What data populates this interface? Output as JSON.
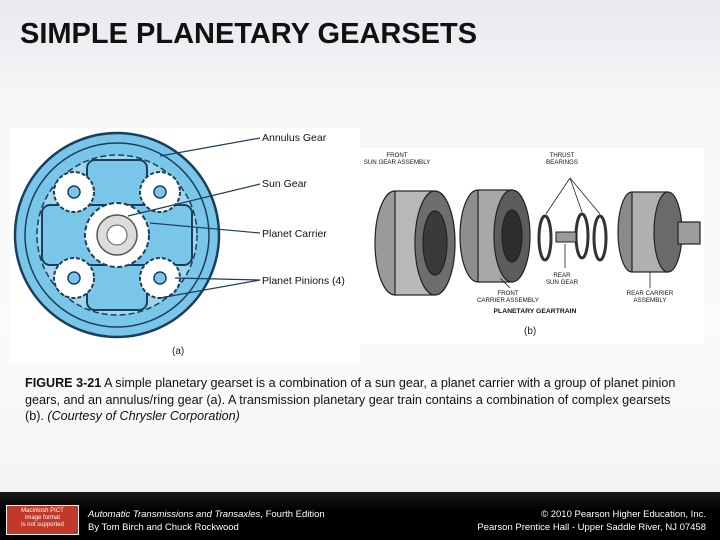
{
  "slide": {
    "title": "SIMPLE PLANETARY GEARSETS"
  },
  "figure_a": {
    "label": "(a)",
    "callouts": [
      "Annulus Gear",
      "Sun Gear",
      "Planet Carrier",
      "Planet Pinions (4)"
    ]
  },
  "figure_b": {
    "label": "(b)",
    "labels": {
      "front_sun": "FRONT\nSUN GEAR ASSEMBLY",
      "thrust": "THRUST\nBEARINGS",
      "rear_sun": "REAR\nSUN GEAR",
      "front_carrier": "FRONT\nCARRIER ASSEMBLY",
      "rear_carrier": "REAR CARRIER\nASSEMBLY",
      "geartrain": "PLANETARY GEARTRAIN"
    }
  },
  "caption": {
    "figure_number": "FIGURE 3-21",
    "text": " A simple planetary gearset is a combination of a sun gear, a planet carrier with a group of planet pinion gears, and an annulus/ring gear (a). A transmission planetary gear train contains a combination of complex gearsets (b). ",
    "credit": "(Courtesy of Chrysler Corporation)"
  },
  "footer": {
    "logo_text": "Macintosh PICT\nimage format\nis not supported",
    "book_title": "Automatic Transmissions and Transaxles",
    "edition": ", Fourth Edition",
    "authors": "By Tom Birch and Chuck Rockwood",
    "copyright": "© 2010 Pearson Higher Education, Inc.",
    "publisher": "Pearson Prentice Hall - Upper Saddle River, NJ 07458"
  },
  "colors": {
    "gear_blue": "#79c6e8",
    "gear_dark": "#1a3f5e",
    "footer_bg": "#000000",
    "logo_red": "#c0392b"
  }
}
